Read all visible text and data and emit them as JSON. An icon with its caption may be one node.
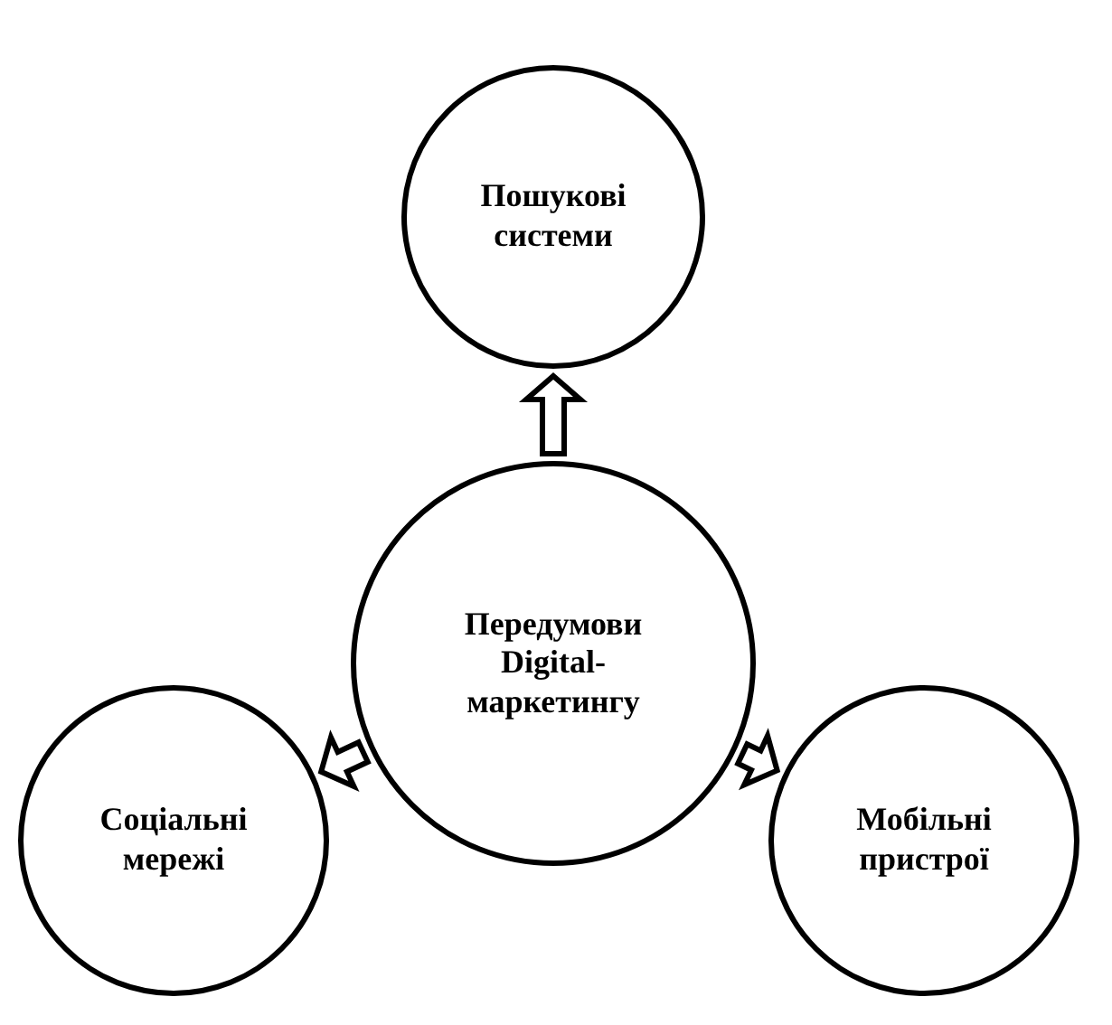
{
  "diagram": {
    "nodes": [
      {
        "text": [
          "Пошукові системи"
        ]
      },
      {
        "text": [
          "Передумови Digital-маркетингу"
        ]
      },
      {
        "text": [
          "Соціальні мережі"
        ]
      },
      {
        "text": [
          "Мобільні пристрої"
        ]
      }
    ],
    "edges": [
      {
        "from": 1,
        "to": 0,
        "arrow": "to"
      },
      {
        "from": 1,
        "to": 2,
        "arrow": "to"
      },
      {
        "from": 1,
        "to": 3,
        "arrow": "to"
      }
    ]
  }
}
